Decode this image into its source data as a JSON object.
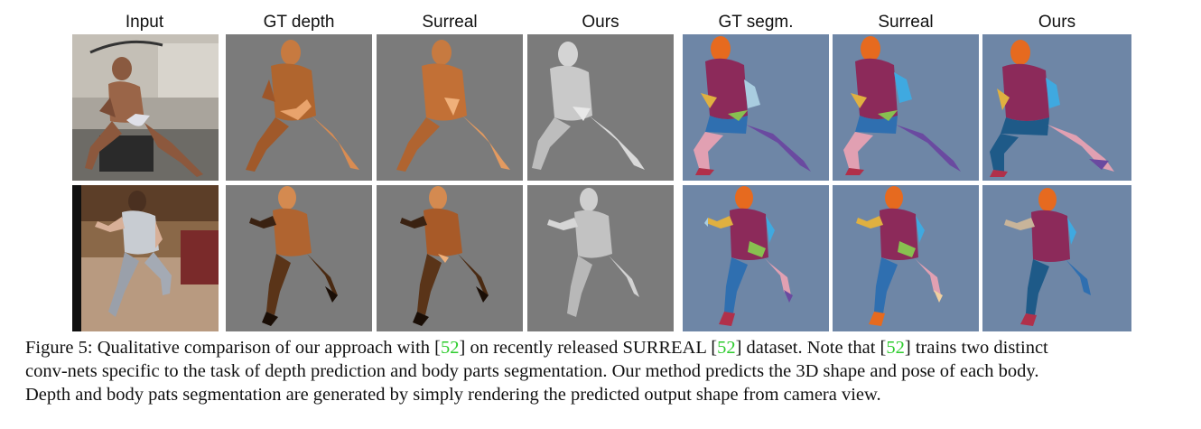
{
  "headers": {
    "input": "Input",
    "gt_depth": "GT depth",
    "surreal_depth": "Surreal",
    "ours_depth": "Ours",
    "gt_segm": "GT segm.",
    "surreal_segm": "Surreal",
    "ours_segm": "Ours"
  },
  "caption": {
    "l1_a": "Figure 5: Qualitative comparison of our approach with [",
    "l1_ref1": "52",
    "l1_b": "] on recently released SURREAL [",
    "l1_ref2": "52",
    "l1_c": "] dataset. Note that  [",
    "l1_ref3": "52",
    "l1_d": "] trains two distinct",
    "l2": "conv-nets specific to the task of depth prediction and body parts segmentation. Our method predicts the 3D shape and pose of each body.",
    "l3": "Depth and body pats segmentation are generated by simply rendering the predicted output shape from camera view."
  },
  "colors": {
    "depth_bg": "#7b7b7b",
    "segm_bg": "#6e86a6",
    "citation": "#2ecc2e"
  }
}
